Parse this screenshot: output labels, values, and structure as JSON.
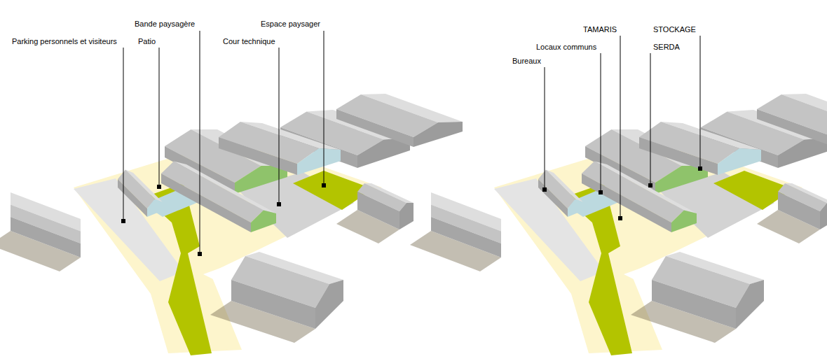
{
  "diagram": {
    "labels": [
      "Parking personnels et visiteurs",
      "Patio",
      "Bande paysagère",
      "Cour technique",
      "Espace paysager",
      "Bureaux",
      "Locaux communs",
      "TAMARIS",
      "STOCKAGE",
      "SERDA"
    ]
  }
}
